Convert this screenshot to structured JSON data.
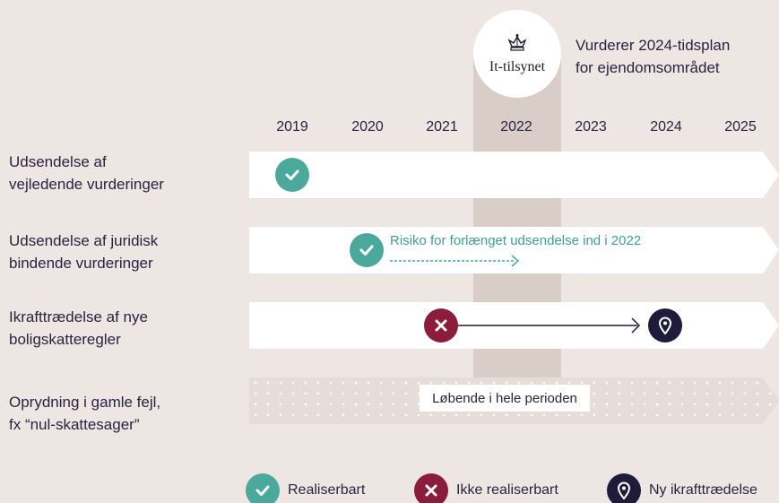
{
  "logo": {
    "text": "It-tilsynet",
    "icon": "crown-icon"
  },
  "header_note": [
    "Vurderer 2024-tidsplan",
    "for ejendomsområdet"
  ],
  "years": [
    "2019",
    "2020",
    "2021",
    "2022",
    "2023",
    "2024",
    "2025"
  ],
  "highlight_year": "2022",
  "rows": [
    {
      "label": [
        "Udsendelse af",
        "vejledende vurderinger"
      ],
      "status": "Realiserbart",
      "year": "2019"
    },
    {
      "label": [
        "Udsendelse af juridisk",
        "bindende vurderinger"
      ],
      "status": "Realiserbart",
      "year": "2020",
      "note": "Risiko for forlænget udsendelse ind i 2022"
    },
    {
      "label": [
        "Ikrafttrædelse af nye",
        "boligskatteregler"
      ],
      "status_from": "Ikke realiserbart",
      "year_from": "2021",
      "status_to": "Ny ikrafttrædelse",
      "year_to": "2024"
    },
    {
      "label": [
        "Oprydning i gamle fejl,",
        "fx “nul-skattesager”"
      ],
      "note": "Løbende i hele perioden"
    }
  ],
  "legend": [
    {
      "label": "Realiserbart",
      "color": "#4aa99a",
      "icon": "check-icon"
    },
    {
      "label": "Ikke realiserbart",
      "color": "#8c1c3c",
      "icon": "cross-icon"
    },
    {
      "label": "Ny ikrafttrædelse",
      "color": "#1f1b3a",
      "icon": "location-pin-icon"
    }
  ],
  "colors": {
    "background": "#ede6e3",
    "highlight": "#d9cdc8",
    "teal": "#4aa99a",
    "red": "#8c1c3c",
    "navy": "#1f1b3a"
  }
}
